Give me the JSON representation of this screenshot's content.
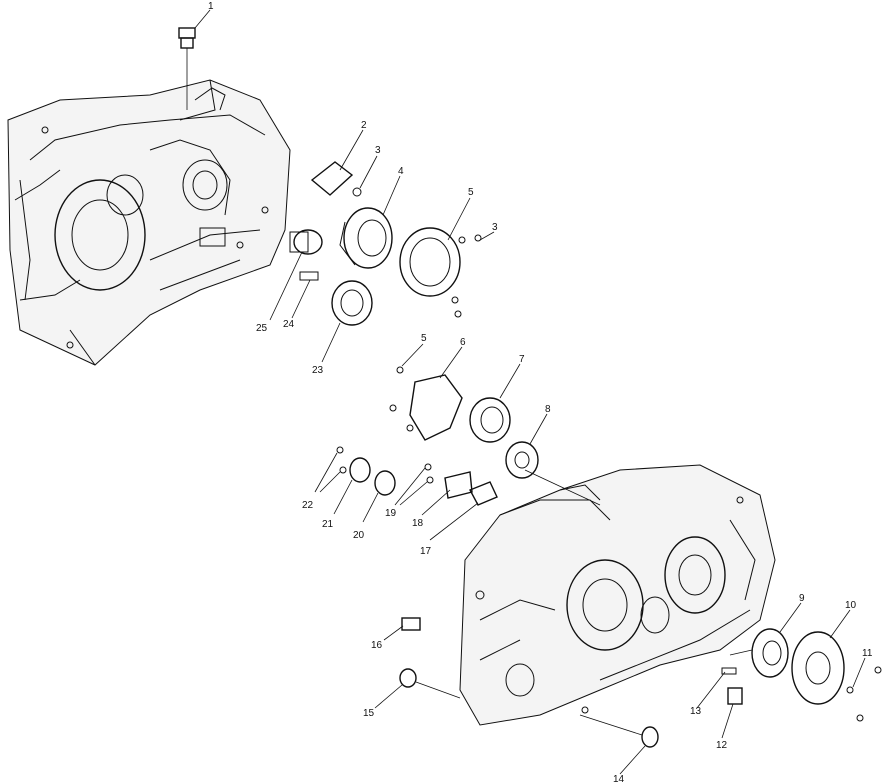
{
  "diagram": {
    "callouts": [
      {
        "id": "c1",
        "text": "1"
      },
      {
        "id": "c2",
        "text": "2"
      },
      {
        "id": "c3a",
        "text": "3"
      },
      {
        "id": "c4",
        "text": "4"
      },
      {
        "id": "c5a",
        "text": "5"
      },
      {
        "id": "c3b",
        "text": "3"
      },
      {
        "id": "c25",
        "text": "25"
      },
      {
        "id": "c24",
        "text": "24"
      },
      {
        "id": "c23",
        "text": "23"
      },
      {
        "id": "c5b",
        "text": "5"
      },
      {
        "id": "c6",
        "text": "6"
      },
      {
        "id": "c7",
        "text": "7"
      },
      {
        "id": "c8",
        "text": "8"
      },
      {
        "id": "c22",
        "text": "22"
      },
      {
        "id": "c21",
        "text": "21"
      },
      {
        "id": "c20",
        "text": "20"
      },
      {
        "id": "c19",
        "text": "19"
      },
      {
        "id": "c18",
        "text": "18"
      },
      {
        "id": "c17",
        "text": "17"
      },
      {
        "id": "c16",
        "text": "16"
      },
      {
        "id": "c15",
        "text": "15"
      },
      {
        "id": "c9",
        "text": "9"
      },
      {
        "id": "c10",
        "text": "10"
      },
      {
        "id": "c11",
        "text": "11"
      },
      {
        "id": "c13",
        "text": "13"
      },
      {
        "id": "c12",
        "text": "12"
      },
      {
        "id": "c14",
        "text": "14"
      }
    ]
  }
}
